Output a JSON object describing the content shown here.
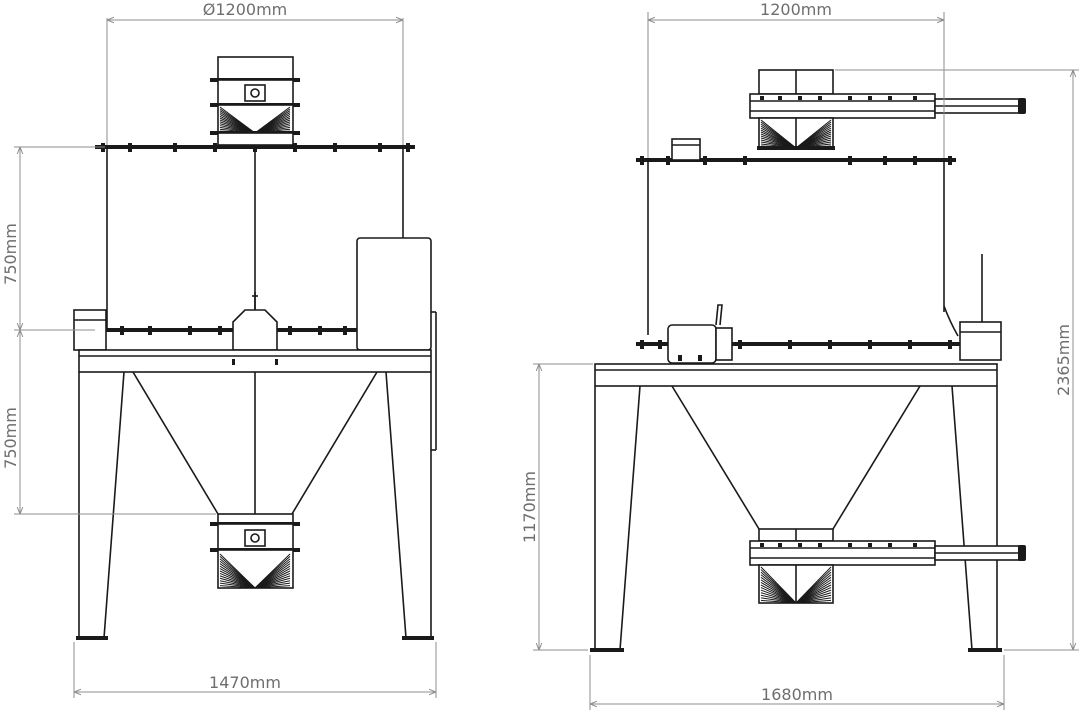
{
  "dimensions": {
    "front_top_diameter": "Ø1200mm",
    "front_upper_height": "750mm",
    "front_lower_height": "750mm",
    "front_base_width": "1470mm",
    "side_top_width": "1200mm",
    "side_frame_height": "1170mm",
    "side_total_height": "2365mm",
    "side_base_width": "1680mm"
  },
  "colors": {
    "ink": "#1a1a1a",
    "dimension": "#8c8c8c",
    "dimension_text": "#6e6e6e"
  }
}
